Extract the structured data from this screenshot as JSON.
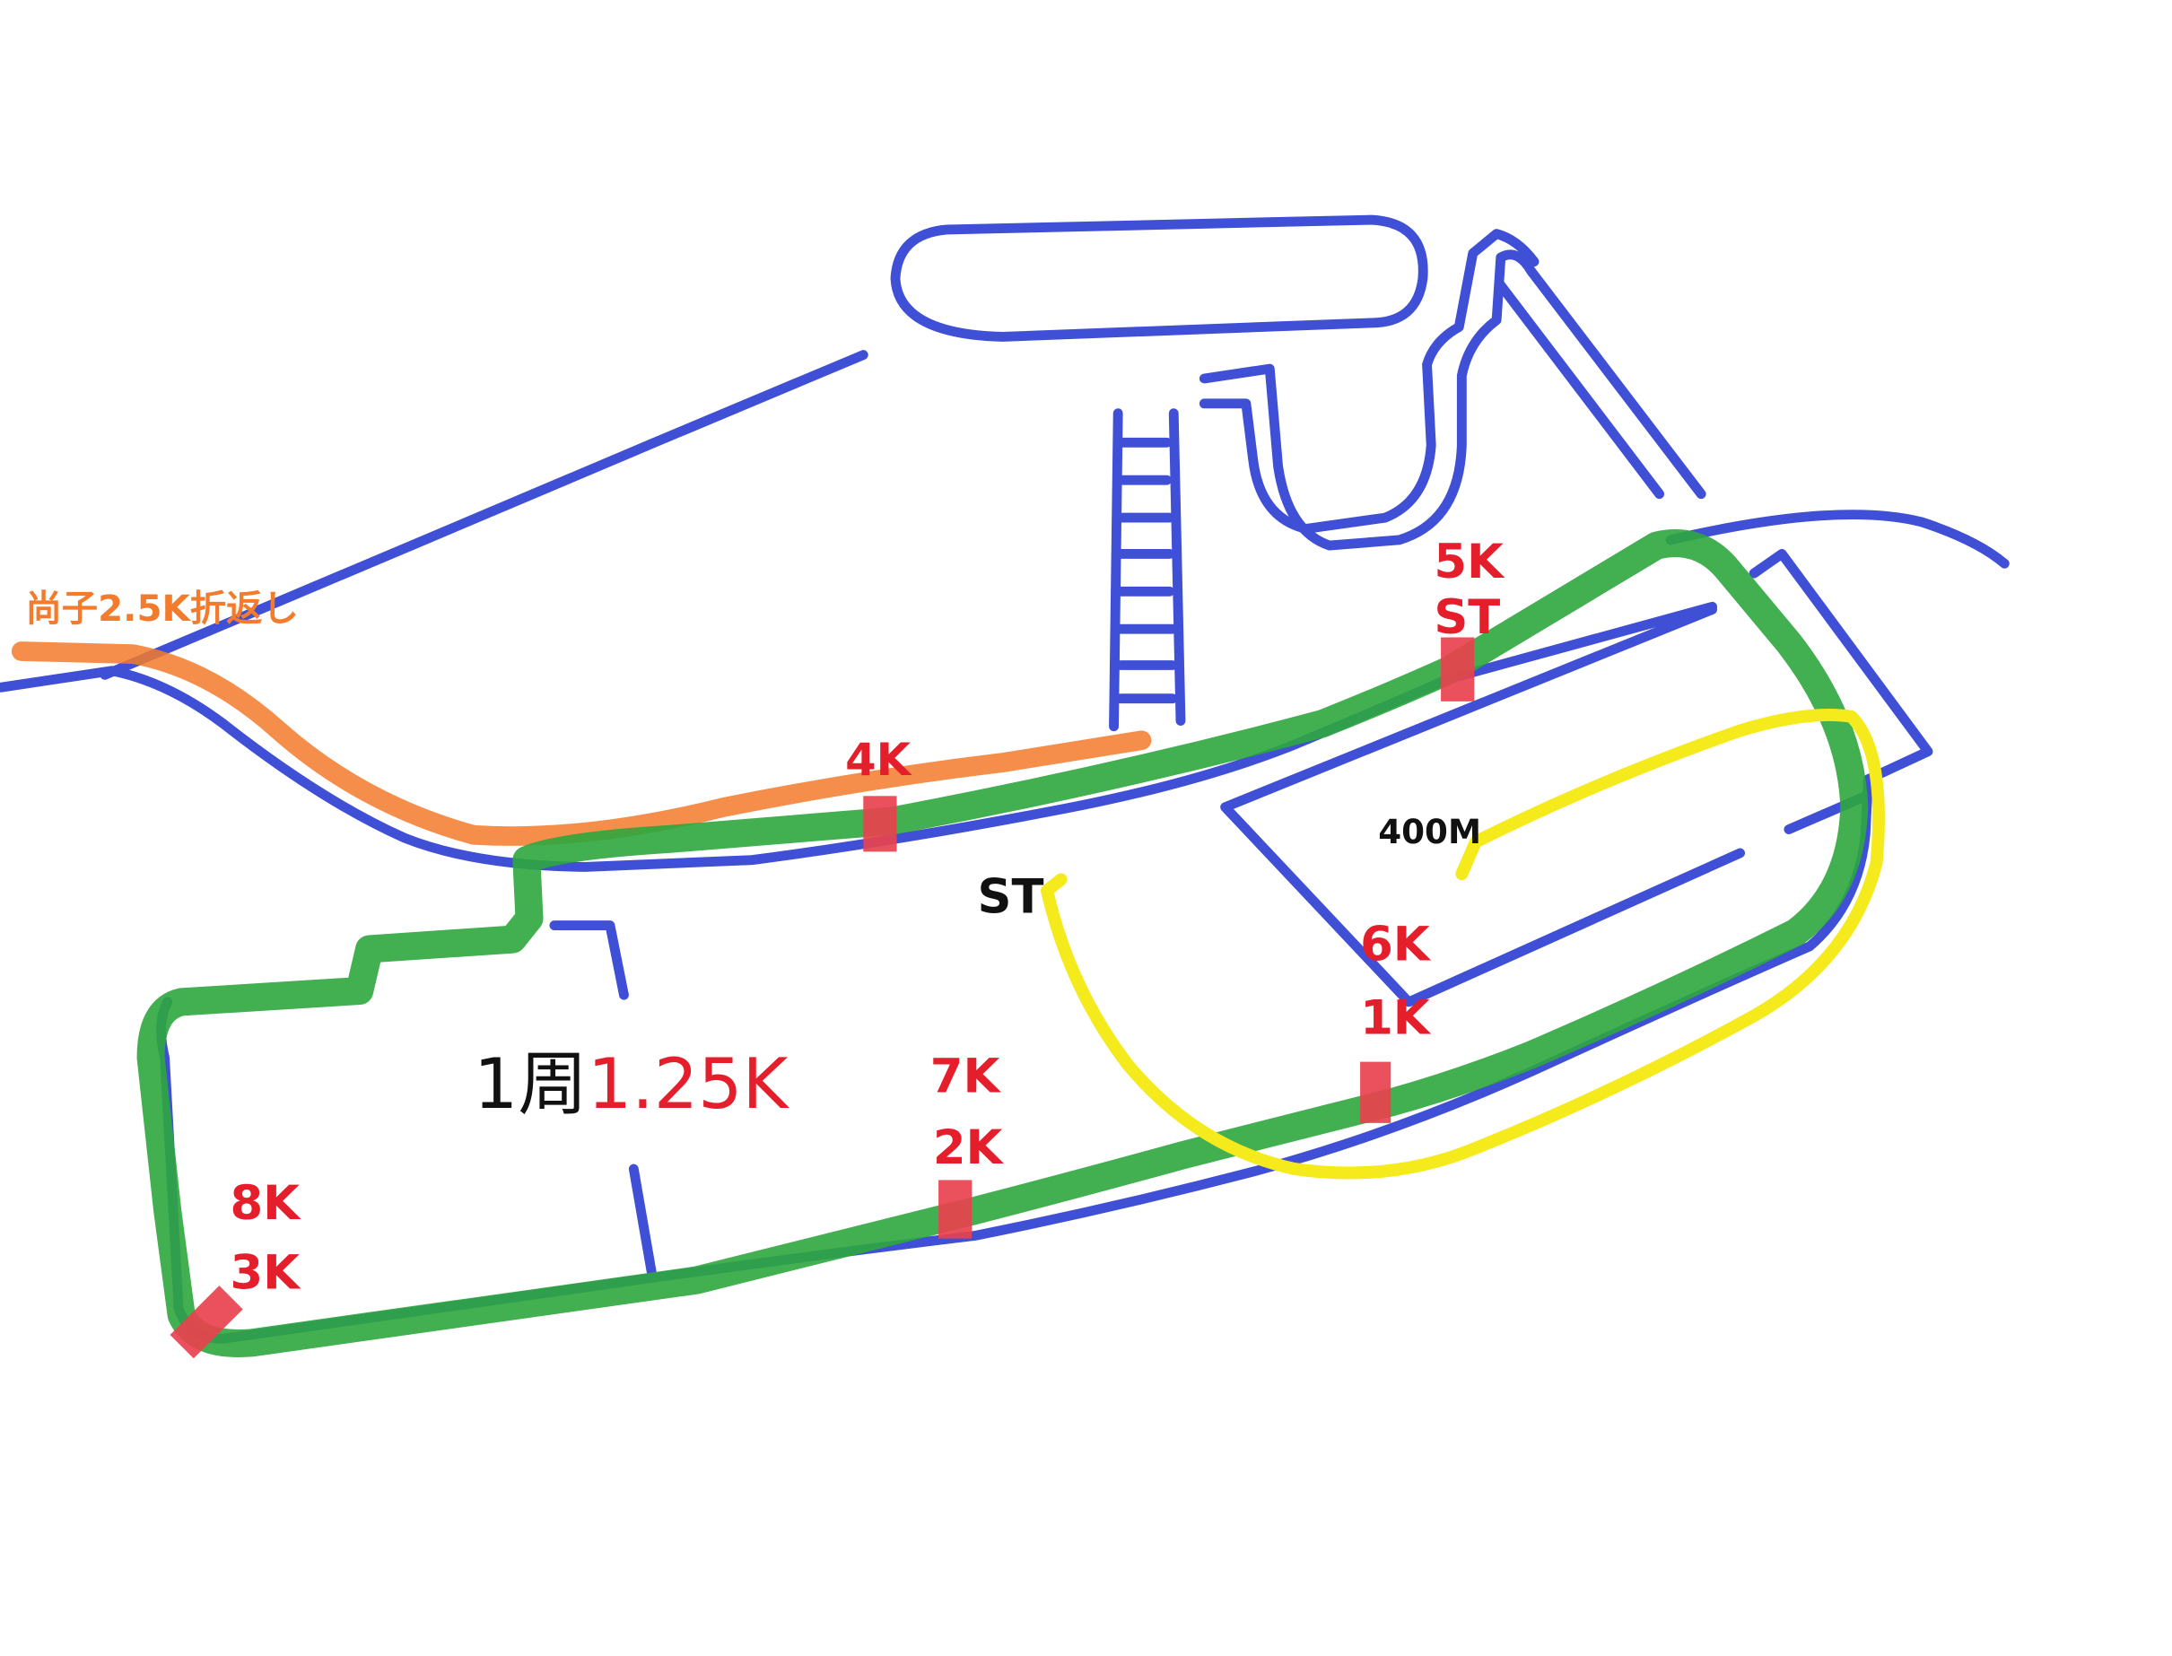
{
  "map": {
    "colors": {
      "road": "#3f4fd6",
      "route": "#2ea63e",
      "turnaround": "#f47a2c",
      "track": "#f4ea1c",
      "marker": "#e8424e",
      "label": "#e41e2b"
    },
    "turnaround_label": "尚子2.5K折返し",
    "markers": {
      "m4": "4K",
      "m5a": "5K",
      "m5b": "ST",
      "m6a": "6K",
      "m6b": "1K",
      "m7a": "7K",
      "m7b": "2K",
      "m8a": "8K",
      "m8b": "3K"
    },
    "start_label": "ST",
    "track_label": "400M",
    "lap_prefix": "1周",
    "lap_distance": "1.25K"
  }
}
